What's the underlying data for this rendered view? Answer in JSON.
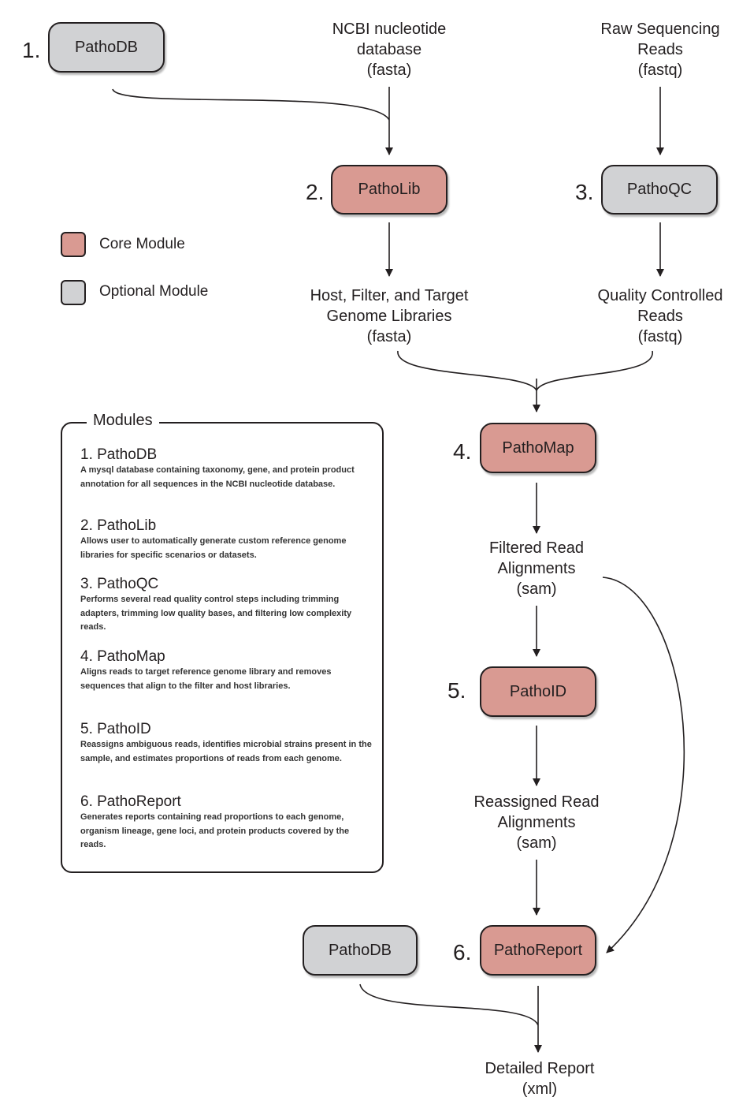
{
  "boxes": {
    "pathodb_top": "PathoDB",
    "patholib": "PathoLib",
    "pathoqc": "PathoQC",
    "pathomap": "PathoMap",
    "pathoid": "PathoID",
    "pathoreport": "PathoReport",
    "pathodb_bottom": "PathoDB"
  },
  "numbers": {
    "n1": "1.",
    "n2": "2.",
    "n3": "3.",
    "n4": "4.",
    "n5": "5.",
    "n6": "6."
  },
  "data_nodes": {
    "ncbi": [
      "NCBI nucleotide",
      "database",
      "(fasta)"
    ],
    "raw_reads": [
      "Raw Sequencing",
      "Reads",
      "(fastq)"
    ],
    "libraries": [
      "Host, Filter, and Target",
      "Genome Libraries",
      "(fasta)"
    ],
    "qc_reads": [
      "Quality Controlled",
      "Reads",
      "(fastq)"
    ],
    "filtered": [
      "Filtered Read",
      "Alignments",
      "(sam)"
    ],
    "reassigned": [
      "Reassigned Read",
      "Alignments",
      "(sam)"
    ],
    "report": [
      "Detailed Report",
      "(xml)"
    ]
  },
  "legend": {
    "core_label": "Core Module",
    "optional_label": "Optional Module",
    "core_color": "#d99a92",
    "optional_color": "#d1d2d4"
  },
  "modules_panel": {
    "title": "Modules",
    "items": [
      {
        "name": "1. PathoDB",
        "desc": "A mysql database containing taxonomy, gene, and protein product annotation for all sequences in the NCBI nucleotide database."
      },
      {
        "name": "2. PathoLib",
        "desc": "Allows user to automatically generate custom reference genome libraries for specific scenarios or datasets."
      },
      {
        "name": "3. PathoQC",
        "desc": "Performs several read quality control steps including trimming adapters, trimming low quality bases, and filtering low complexity reads."
      },
      {
        "name": "4. PathoMap",
        "desc": "Aligns reads to target reference genome library and removes sequences that align to the filter and host libraries."
      },
      {
        "name": "5. PathoID",
        "desc": "Reassigns ambiguous reads, identifies microbial strains present in the sample, and estimates proportions of reads from each genome."
      },
      {
        "name": "6. PathoReport",
        "desc": "Generates reports containing read proportions to each genome, organism lineage, gene loci, and protein products covered by the reads."
      }
    ]
  }
}
